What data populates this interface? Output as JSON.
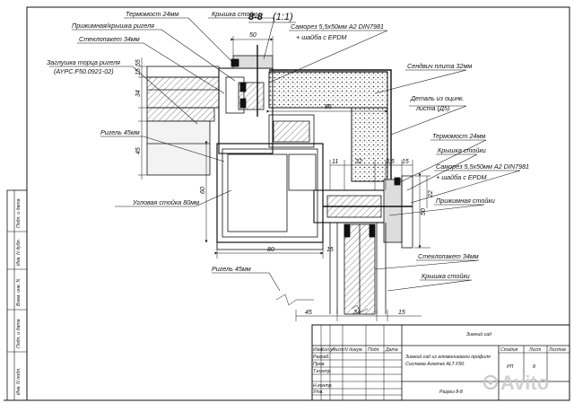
{
  "section_title": "8-8",
  "section_scale": "(1:1)",
  "labels": {
    "thermal_break_top": "Термомост 24мм",
    "clamp_cover_transom": "Прижимная/крышка ригеля",
    "glass_unit_top": "Стеклопакет 34мм",
    "end_cap_1": "Заглушка торца ригеля",
    "end_cap_2": "(AYPC.F50.0921-02)",
    "transom_left": "Ригель 45мм",
    "corner_mullion": "Угловая стойка 80мм",
    "transom_bottom": "Ригель 45мм",
    "mullion_cover_top": "Крышка стойки",
    "screw_top_1": "Саморез 5,5x50мм A2 DIN7981",
    "screw_top_2": "+ шайба с EPDM",
    "sandwich": "Сендвич плита 32мм",
    "galv_sheet_1": "Деталь из оцинк.",
    "galv_sheet_2": "листа (Д5)",
    "thermal_break_right": "Термомост 24мм",
    "mullion_cover_right": "Крышка стойки",
    "screw_right_1": "Саморез 5,5x50мм A2 DIN7981",
    "screw_right_2": "+ шайба с EPDM",
    "clamp_mullion": "Прижимная стойки",
    "glass_unit_right": "Стеклопакет 34мм",
    "mullion_cover_bottom": "Крышка стойки"
  },
  "dimensions": {
    "top_50": "50",
    "d15": "15",
    "d55": "55",
    "d34": "34",
    "d45_left": "45",
    "d60": "60",
    "d86": "86",
    "d11": "11",
    "d32": "32",
    "d3_5": "3,5",
    "d15r": "15",
    "d22": "22",
    "d50": "50",
    "d80": "80",
    "d15b": "15",
    "d45b": "45",
    "d34b": "34",
    "d15bb": "15"
  },
  "title_block": {
    "project_top": "Зимний сад",
    "description_1": "Зимний сад из алюминиевого профиля",
    "description_2": "Система Алютех ALT F50.",
    "sheet_name": "Разрез 8-8",
    "col_stage": "Стадия",
    "col_sheet": "Лист",
    "col_sheets": "Листов",
    "stage": "РП",
    "sheet_no": "8",
    "rev_headers": [
      "Изм.",
      "Кол.уч",
      "Лист",
      "N докум.",
      "Подп.",
      "Дата"
    ],
    "roles": [
      "Разраб.",
      "Пров.",
      "Т.контр.",
      "",
      "Н.контр.",
      "Утв."
    ],
    "side_labels": [
      "Инв. N подл.",
      "Подп. и дата",
      "Взам. инв. N",
      "Инв. N дубл.",
      "Подп. и дата"
    ]
  },
  "watermark": "Avito"
}
